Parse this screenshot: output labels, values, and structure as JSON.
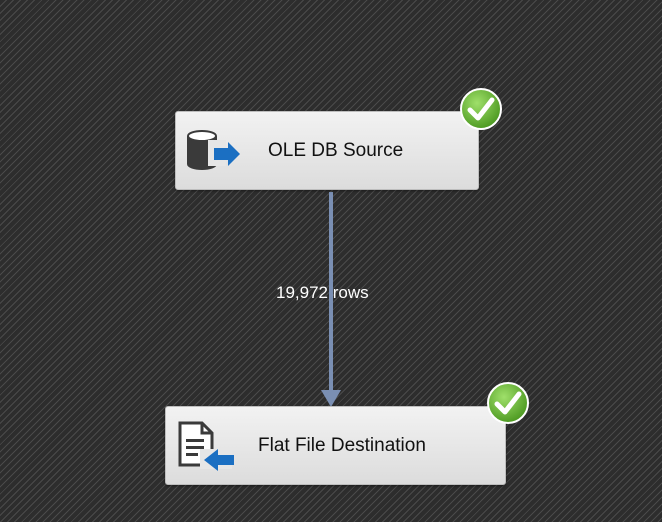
{
  "designer": {
    "components": {
      "source": {
        "label": "OLE DB Source",
        "icon": "database-output-icon",
        "status": "success"
      },
      "destination": {
        "label": "Flat File Destination",
        "icon": "flat-file-input-icon",
        "status": "success"
      }
    },
    "data_path": {
      "row_count_label": "19,972 rows"
    },
    "colors": {
      "canvas_background": "#2d2d2d",
      "canvas_hatch": "#4a4a4a",
      "component_fill": "#e6e6e6",
      "path_color": "#7a8fb3",
      "success_green": "#6dbb3a",
      "icon_blue": "#1b6fc2"
    }
  }
}
